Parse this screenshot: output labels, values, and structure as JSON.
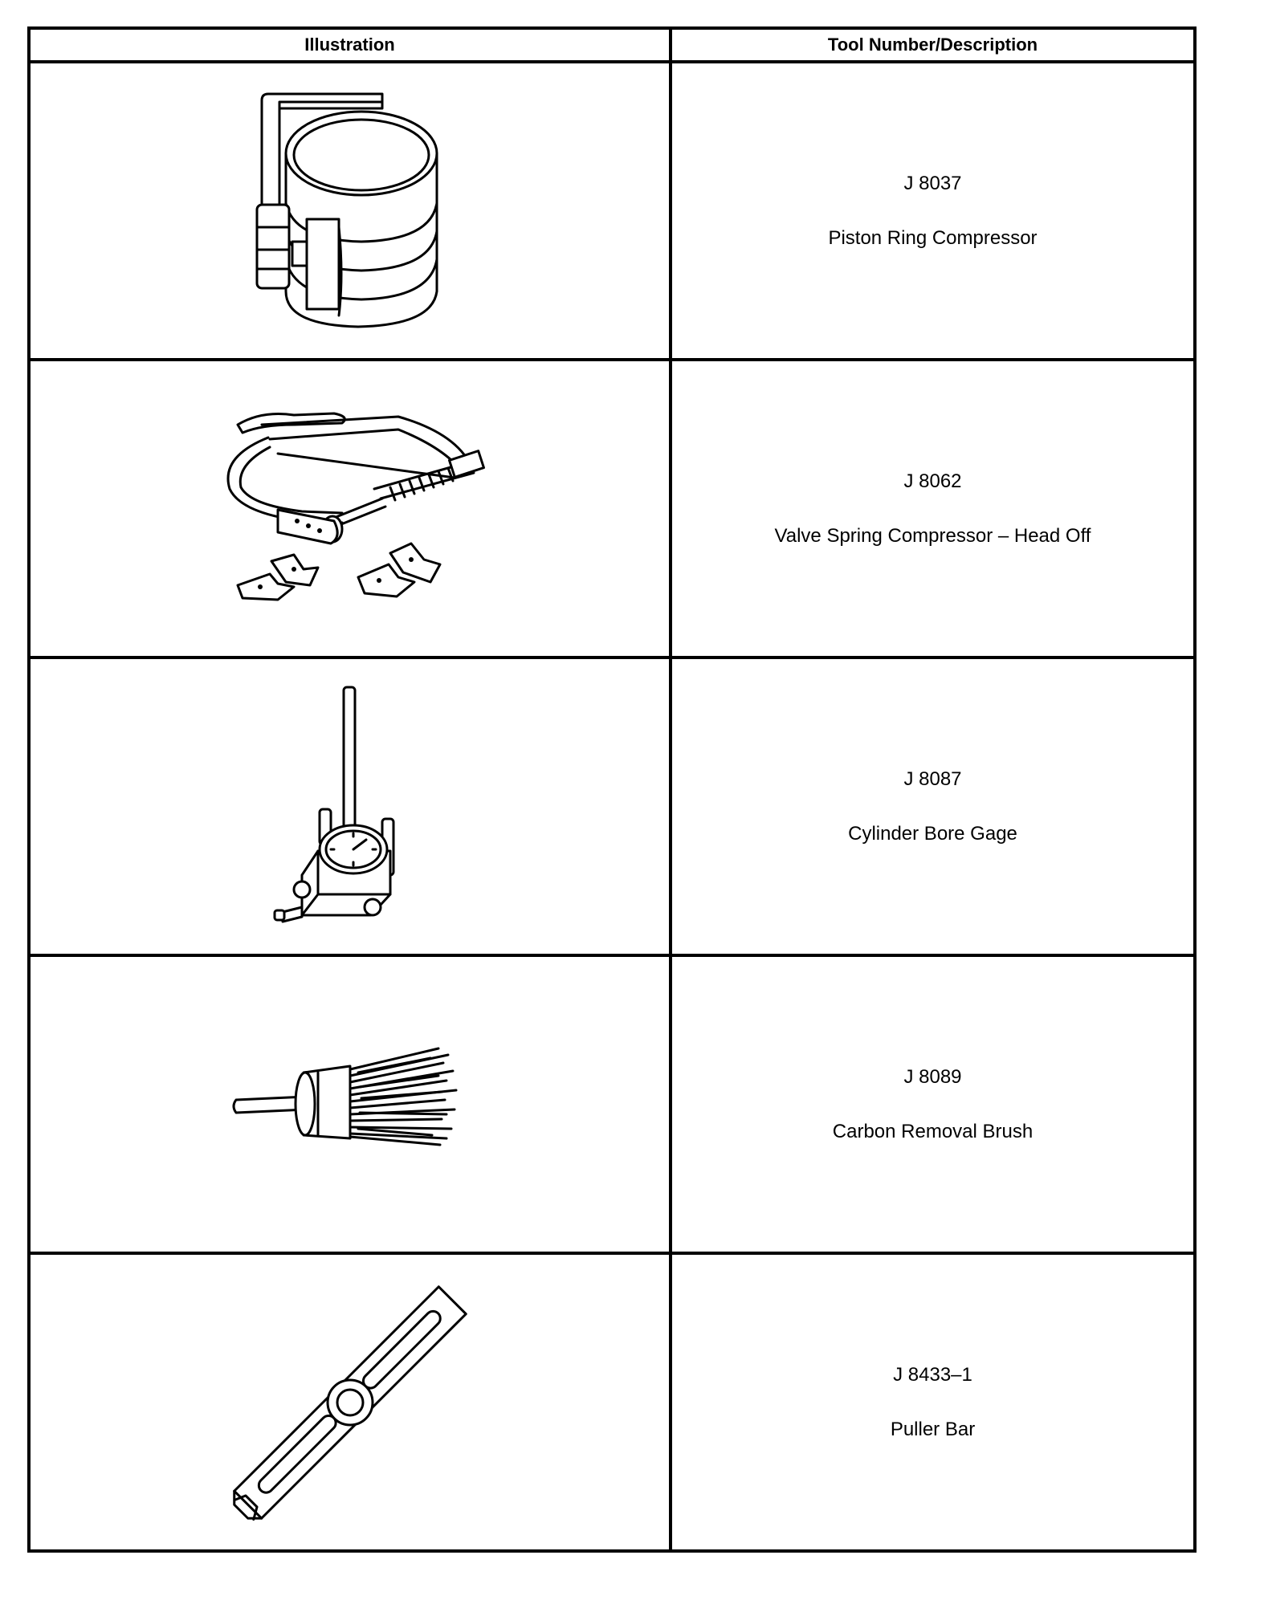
{
  "table": {
    "headers": [
      "Illustration",
      "Tool Number/Description"
    ],
    "rows": [
      {
        "illustration_icon": "piston-ring-compressor-icon",
        "tool_number": "J 8037",
        "description": "Piston Ring Compressor"
      },
      {
        "illustration_icon": "valve-spring-compressor-icon",
        "tool_number": "J 8062",
        "description": "Valve Spring Compressor – Head Off"
      },
      {
        "illustration_icon": "cylinder-bore-gage-icon",
        "tool_number": "J 8087",
        "description": "Cylinder Bore Gage"
      },
      {
        "illustration_icon": "carbon-removal-brush-icon",
        "tool_number": "J 8089",
        "description": "Carbon Removal Brush"
      },
      {
        "illustration_icon": "puller-bar-icon",
        "tool_number": "J 8433–1",
        "description": "Puller Bar"
      }
    ]
  }
}
